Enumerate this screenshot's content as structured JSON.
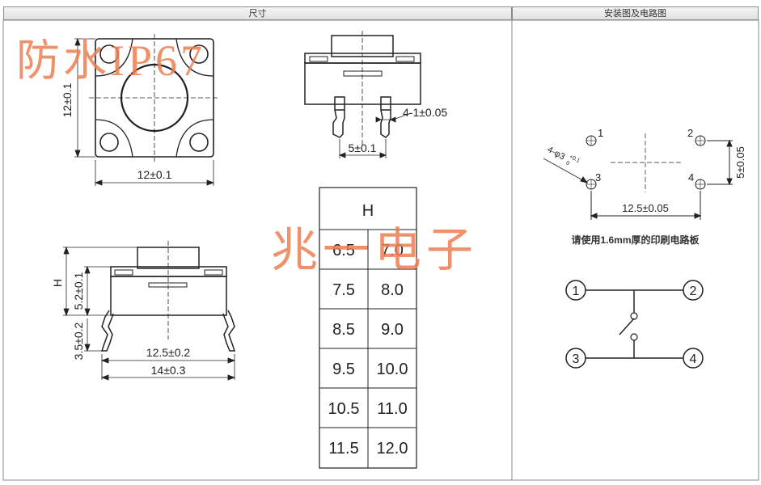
{
  "headers": {
    "left": "尺寸",
    "right": "安装图及电路图"
  },
  "watermarks": {
    "top": "防水IP67",
    "middle": "兆一电子"
  },
  "dims": {
    "height_side": "12±0.1",
    "width_bottom": "12±0.1",
    "pin_width": "4-1±0.05",
    "pin_spacing": "5±0.1",
    "h_label": "H",
    "body_height": "5.2±0.1",
    "pin_length": "3.5±0.2",
    "pin_pitch": "12.5±0.2",
    "total_width": "14±0.3"
  },
  "h_table": {
    "header": "H",
    "rows": [
      [
        "6.5",
        "7.0"
      ],
      [
        "7.5",
        "8.0"
      ],
      [
        "8.5",
        "9.0"
      ],
      [
        "9.5",
        "10.0"
      ],
      [
        "10.5",
        "11.0"
      ],
      [
        "11.5",
        "12.0"
      ]
    ]
  },
  "pcb": {
    "pins": [
      "1",
      "2",
      "3",
      "4"
    ],
    "hole_spec": "4-φ3",
    "hole_tol_plus": "+0.1",
    "hole_tol_minus": "0",
    "pitch_v": "5±0.05",
    "pitch_h": "12.5±0.05",
    "note": "请使用1.6mm厚的印刷电路板"
  },
  "circuit": {
    "terminals": [
      "1",
      "2",
      "3",
      "4"
    ]
  },
  "colors": {
    "line": "#222222",
    "watermark": "#ec7e50",
    "border": "#8a8a8a"
  }
}
